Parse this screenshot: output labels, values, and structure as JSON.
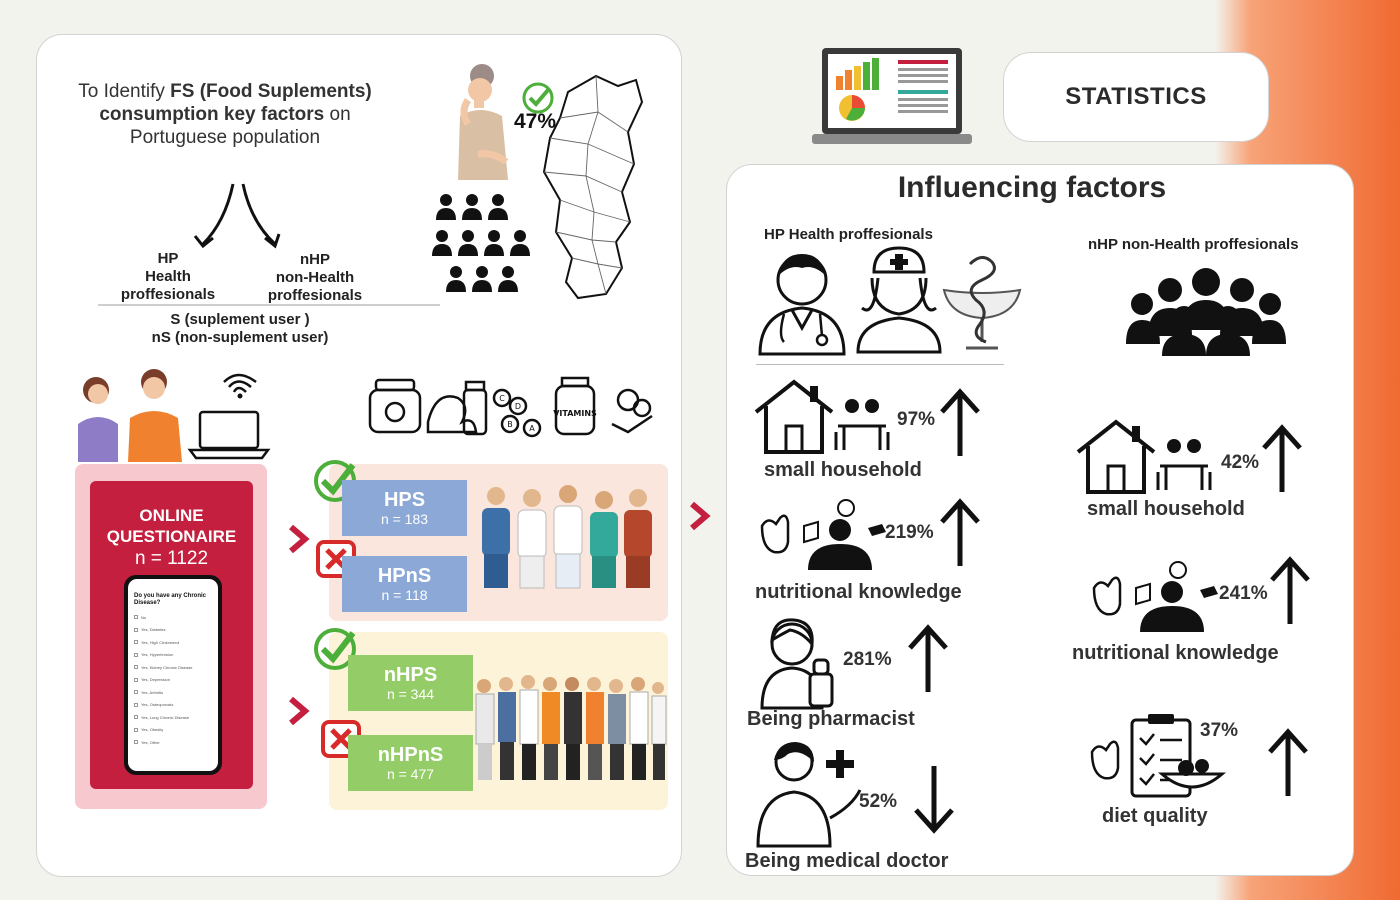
{
  "objective": {
    "prefix": "To Identify ",
    "bold1": "FS (Food Suplements) consumption key factors",
    "suffix": " on Portuguese population"
  },
  "split": {
    "hp_label": "HP\nHealth\nproffesionals",
    "nhp_label": "nHP\nnon-Health\nproffesionals",
    "s_label": "S (suplement user )",
    "ns_label": "nS (non-suplement user)"
  },
  "stat_47": "47%",
  "questionnaire": {
    "title": "ONLINE QUESTIONAIRE",
    "n": "n = 1122",
    "phone_question": "Do you have any Chronic Disease?",
    "phone_options": [
      "No",
      "Yes, Diabetes",
      "Yes, High Cholesterol",
      "Yes, Hypertension",
      "Yes, Kidney Chronic Disease",
      "Yes, Depression",
      "Yes, Arthritis",
      "Yes, Osteoporosis",
      "Yes, Lung Chronic Disease",
      "Yes, Obesity",
      "Yes, Other"
    ]
  },
  "groups": {
    "hps": {
      "name": "HPS",
      "n": "n = 183"
    },
    "hpns": {
      "name": "HPnS",
      "n": "n = 118"
    },
    "nhps": {
      "name": "nHPS",
      "n": "n = 344"
    },
    "nhpns": {
      "name": "nHPnS",
      "n": "n = 477"
    }
  },
  "statistics_label": "STATISTICS",
  "influencing": {
    "title": "Influencing factors",
    "hp_head": "HP Health proffesionals",
    "nhp_head": "nHP non-Health proffesionals",
    "hp_factors": [
      {
        "label": "small household",
        "pct": "97%",
        "direction": "up"
      },
      {
        "label": "nutritional knowledge",
        "pct": "219%",
        "direction": "up"
      },
      {
        "label": "Being pharmacist",
        "pct": "281%",
        "direction": "up"
      },
      {
        "label": "Being medical doctor",
        "pct": "52%",
        "direction": "down"
      }
    ],
    "nhp_factors": [
      {
        "label": "small household",
        "pct": "42%",
        "direction": "up"
      },
      {
        "label": "nutritional knowledge",
        "pct": "241%",
        "direction": "up"
      },
      {
        "label": "diet quality",
        "pct": "37%",
        "direction": "up"
      }
    ]
  },
  "colors": {
    "accent_red": "#c41f3e",
    "pink": "#f7c8cd",
    "blue": "#8ba8d6",
    "green": "#94cc67",
    "check_green": "#4caf3a",
    "orange": "#f06a32"
  }
}
